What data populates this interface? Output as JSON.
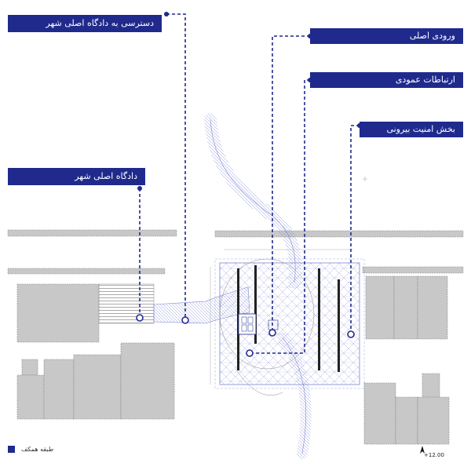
{
  "colors": {
    "accent": "#1f2a8c",
    "building_fill": "#c8c8c8",
    "building_stroke": "#8a8a8a",
    "plan_line": "#7b84d6",
    "background": "#ffffff"
  },
  "labels": {
    "access": "دسترسی به دادگاه اصلی شهر",
    "main_entrance": "ورودی اصلی",
    "vertical_circulation": "ارتباطات عمودی",
    "external_security": "بخش امنیت بیرونی",
    "main_court": "دادگاه اصلی شهر"
  },
  "legend": {
    "text": "طبقه همکف"
  },
  "elevation": {
    "text": "+12.00"
  },
  "icons": {
    "north_arrow": "north-arrow-icon",
    "marker": "callout-dot-icon"
  }
}
